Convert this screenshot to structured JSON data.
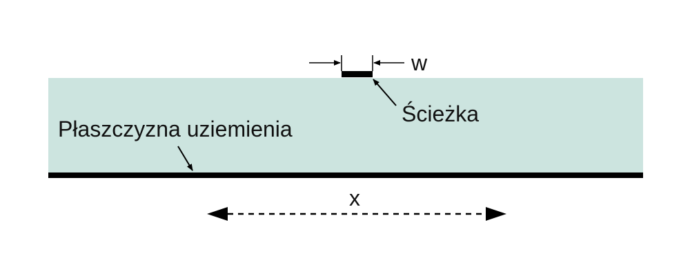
{
  "labels": {
    "width": "w",
    "trace": "Ścieżka",
    "ground_plane": "Płaszczyzna uziemienia",
    "distance": "x"
  },
  "colors": {
    "dielectric": "#cce4df",
    "conductor": "#000000",
    "text": "#111111"
  }
}
